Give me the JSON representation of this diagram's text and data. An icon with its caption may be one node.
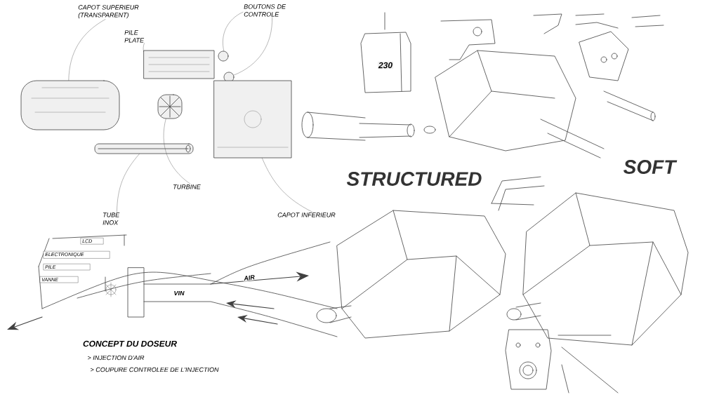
{
  "diagram": {
    "nodes": [
      {
        "text": [
          "CAPOT SUPERIEUR (TRANSPARENT)"
        ]
      },
      {
        "text": [
          "PILE PLATE"
        ]
      },
      {
        "text": [
          "BOUTONS DE CONTROLE"
        ]
      },
      {
        "text": [
          "TURBINE"
        ]
      },
      {
        "text": [
          "TUBE INOX"
        ]
      },
      {
        "text": [
          "CAPOT INFERIEUR"
        ]
      },
      {
        "text": [],
        "shape": "picture"
      },
      {
        "text": [],
        "shape": "picture"
      },
      {
        "text": [],
        "shape": "circle"
      },
      {
        "text": [],
        "shape": "circle"
      },
      {
        "text": [],
        "shape": "picture"
      },
      {
        "text": [],
        "shape": "picture"
      },
      {
        "text": [],
        "shape": "picture"
      },
      {
        "text": [
          "LCD"
        ]
      },
      {
        "text": [
          "ELECTRONIQUE"
        ]
      },
      {
        "text": [
          "PILE"
        ]
      },
      {
        "text": [
          "VANNE"
        ]
      }
    ],
    "edges": [
      {
        "from": 0,
        "to": 6,
        "arrow": "none"
      },
      {
        "from": 1,
        "to": 7,
        "arrow": "none"
      },
      {
        "from": 2,
        "to": 8,
        "arrow": "none"
      },
      {
        "from": 2,
        "to": 9,
        "arrow": "none"
      },
      {
        "from": 3,
        "to": 10,
        "arrow": "none"
      },
      {
        "from": 4,
        "to": 11,
        "arrow": "none"
      },
      {
        "from": 5,
        "to": 12,
        "arrow": "none"
      }
    ],
    "labels": [
      "230",
      "STRUCTURED",
      "SOFT",
      "AIR",
      "VIN",
      "CONCEPT DU DOSEUR",
      "> INJECTION D'AIR",
      "> COUPURE CONTROLEE DE L'INJECTION"
    ]
  }
}
